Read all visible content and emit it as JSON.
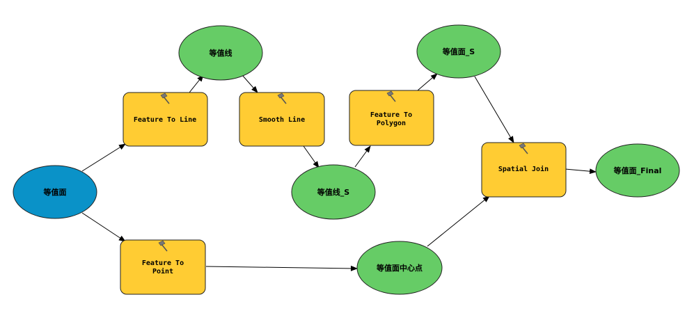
{
  "colors": {
    "input": "#0a92c8",
    "output": "#66cc66",
    "tool": "#ffcc33",
    "stroke": "#222222",
    "connector": "#000000"
  },
  "nodes": {
    "contour_input": {
      "label": "等值面"
    },
    "feature_to_line": {
      "label": "Feature To Line"
    },
    "contour_line": {
      "label": "等值线"
    },
    "smooth_line": {
      "label": "Smooth Line"
    },
    "contour_line_s": {
      "label": "等值线_S"
    },
    "feature_to_polygon": {
      "line1": "Feature To",
      "line2": "Polygon"
    },
    "contour_surface_s": {
      "label": "等值面_S"
    },
    "spatial_join": {
      "label": "Spatial Join"
    },
    "contour_surface_final": {
      "label": "等值面_Final"
    },
    "feature_to_point": {
      "line1": "Feature To",
      "line2": "Point"
    },
    "contour_center": {
      "label": "等值面中心点"
    }
  },
  "icons": {
    "tool": "hammer-icon"
  }
}
